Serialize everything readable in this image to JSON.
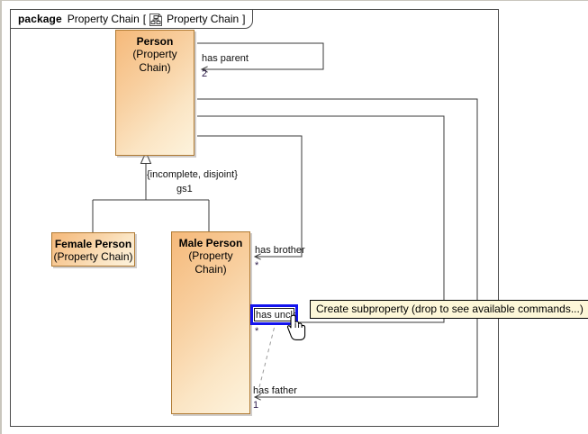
{
  "package": {
    "keyword": "package",
    "name": "Property Chain",
    "bracket_open": "[",
    "diagram_icon": "class-diagram-icon",
    "diagram_name": "Property Chain",
    "bracket_close": "]"
  },
  "classes": [
    {
      "id": "person",
      "name": "Person",
      "stereotype": "(Property Chain)"
    },
    {
      "id": "female_person",
      "name": "Female Person",
      "stereotype": "(Property Chain)"
    },
    {
      "id": "male_person",
      "name": "Male Person",
      "stereotype": "(Property Chain)"
    }
  ],
  "generalization": {
    "constraint": "{incomplete, disjoint}",
    "set_name": "gs1",
    "arrow": "hollow-triangle"
  },
  "associations": [
    {
      "id": "has_parent",
      "label": "has parent",
      "multiplicity": "2",
      "source": "Person",
      "target": "Person"
    },
    {
      "id": "has_brother",
      "label": "has brother",
      "multiplicity": "*",
      "source": "Male Person",
      "target": "Person"
    },
    {
      "id": "has_uncle",
      "label": "has uncle",
      "multiplicity": "*",
      "source": "Male Person",
      "target": "Person",
      "selected": true
    },
    {
      "id": "has_father",
      "label": "has father",
      "multiplicity": "1",
      "source": "Male Person",
      "target": "Person"
    }
  ],
  "property_chain": {
    "style": "dashed",
    "from": "has father",
    "to": "has uncle"
  },
  "tooltip": {
    "text": "Create subproperty (drop to see available commands...)",
    "background": "#fdf7d8",
    "border": "#000000"
  },
  "cursor": {
    "type": "drag-hand-cursor"
  },
  "colors": {
    "class_fill_start": "#f5b97a",
    "class_fill_end": "#fdf3dd",
    "class_border": "#b07a32",
    "frame_border": "#4a4a4a",
    "selection_blue": "#1414ee",
    "connector": "#3a3a3a"
  }
}
